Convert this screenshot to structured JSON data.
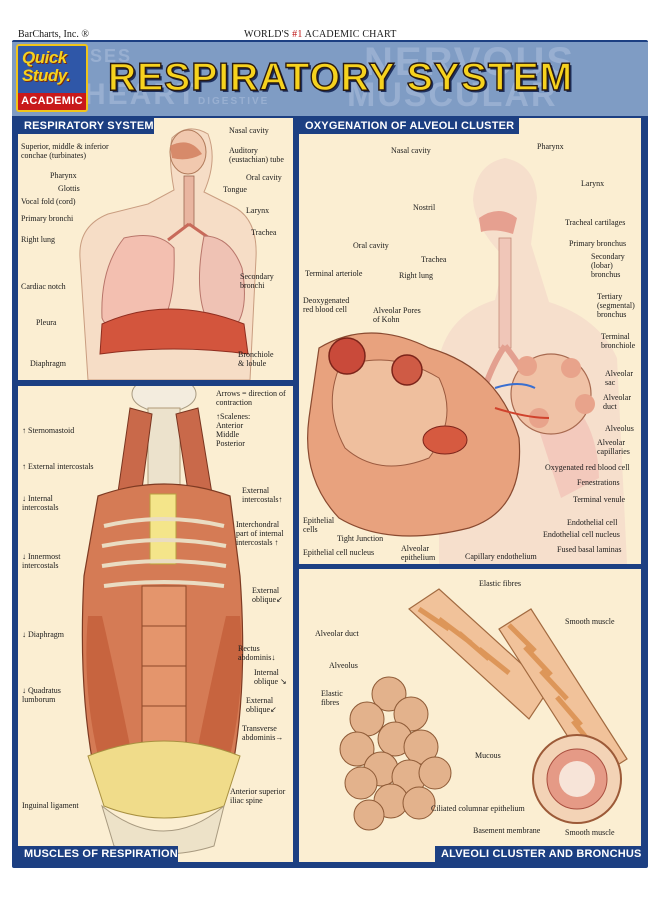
{
  "publisher": "BarCharts, Inc. ®",
  "tagline": {
    "prefix": "WORLD'S ",
    "highlight": "#1",
    "suffix": " ACADEMIC CHART"
  },
  "logo": {
    "line1": "Quick",
    "line2": "Study.",
    "band": "ACADEMIC"
  },
  "title": "RESPIRATORY SYSTEM",
  "header_ghost_words": [
    "NERVOUS",
    "MUSCULAR",
    "HEART",
    "DIGESTIVE",
    "SES"
  ],
  "panels": {
    "respiratory": {
      "title": "RESPIRATORY SYSTEM",
      "labels": {
        "nasal_cavity": "Nasal cavity",
        "conchae": "Superior, middle & inferior\nconchae (turbinates)",
        "auditory": "Auditory\n(eustachian) tube",
        "pharynx": "Pharynx",
        "oral_cavity": "Oral cavity",
        "glottis": "Glottis",
        "tongue": "Tongue",
        "vocal_fold": "Vocal fold (cord)",
        "larynx": "Larynx",
        "primary_bronchi": "Primary bronchi",
        "trachea": "Trachea",
        "right_lung": "Right lung",
        "secondary_bronchi": "Secondary\nbronchi",
        "cardiac_notch": "Cardiac notch",
        "pleura": "Pleura",
        "bronchiole": "Bronchiole\n& lobule",
        "diaphragm": "Diaphragm"
      }
    },
    "oxygenation": {
      "title": "OXYGENATION OF ALVEOLI CLUSTER",
      "labels": {
        "nasal_cavity": "Nasal cavity",
        "pharynx": "Pharynx",
        "larynx": "Larynx",
        "nostril": "Nostril",
        "tracheal_cartilages": "Tracheal cartilages",
        "oral_cavity": "Oral cavity",
        "primary_bronchus": "Primary bronchus",
        "trachea": "Trachea",
        "secondary_bronchus": "Secondary\n(lobar)\nbronchus",
        "right_lung": "Right lung",
        "terminal_arteriole": "Terminal arteriole",
        "tertiary_bronchus": "Tertiary\n(segmental)\nbronchus",
        "deoxygenated": "Deoxygenated\nred blood cell",
        "alveolar_pores": "Alveolar Pores\nof Kohn",
        "terminal_bronchiole": "Terminal\nbronchiole",
        "alveolar_sac": "Alveolar\nsac",
        "alveolar_duct": "Alveolar\nduct",
        "alveolus": "Alveolus",
        "alveolar_capillaries": "Alveolar\ncapillaries",
        "oxygenated": "Oxygenated red blood cell",
        "fenestrations": "Fenestrations",
        "terminal_venule": "Terminal venule",
        "epithelial_cells": "Epithelial\ncells",
        "endothelial_cell": "Endothelial cell",
        "tight_junction": "Tight Junction",
        "endothelial_nucleus": "Endothelial cell nucleus",
        "epithelial_nucleus": "Epithelial cell nucleus",
        "alveolar_epithelium": "Alveolar\nepithelium",
        "capillary_endothelium": "Capillary endothelium",
        "fused_basal": "Fused basal laminas"
      }
    },
    "muscles": {
      "title": "MUSCLES OF RESPIRATION",
      "labels": {
        "arrows": "Arrows = direction of\ncontraction",
        "scalenes": "↑Scalenes:\nAnterior\nMiddle\nPosterior",
        "sternomastoid": "↑ Sternomastoid",
        "ext_intercostals_l": "↑ External intercostals",
        "int_intercostals": "↓ Internal\nintercostals",
        "ext_intercostals_r": "External\nintercostals↑",
        "interchondral": "Interchondral\npart of internal\nintercostals ↑",
        "innermost": "↓ Innermost\nintercostals",
        "ext_oblique_1": "External\noblique↙",
        "diaphragm": "↓ Diaphragm",
        "rectus": "Rectus\nabdominis↓",
        "internal_oblique": "Internal\noblique ↘",
        "quadratus": "↓ Quadratus\nlumborum",
        "ext_oblique_2": "External\noblique↙",
        "transverse": "Transverse\nabdominis→",
        "anterior_superior": "Anterior superior\niliac spine",
        "inguinal": "Inguinal ligament"
      }
    },
    "alveoli": {
      "title": "ALVEOLI CLUSTER AND BRONCHUS",
      "labels": {
        "elastic_fibres_top": "Elastic fibres",
        "smooth_muscle_top": "Smooth muscle",
        "alveolar_duct": "Alveolar duct",
        "alveolus": "Alveolus",
        "elastic_fibres": "Elastic\nfibres",
        "mucous": "Mucous",
        "ciliated": "Ciliated columnar epithelium",
        "basement": "Basement membrane",
        "smooth_muscle_bottom": "Smooth muscle"
      }
    }
  },
  "colors": {
    "frame": "#1c3f82",
    "header_bg": "#7f9cc4",
    "panel_bg": "#fbeed2",
    "title_yellow": "#f6d21e",
    "logo_red": "#c8191b"
  }
}
